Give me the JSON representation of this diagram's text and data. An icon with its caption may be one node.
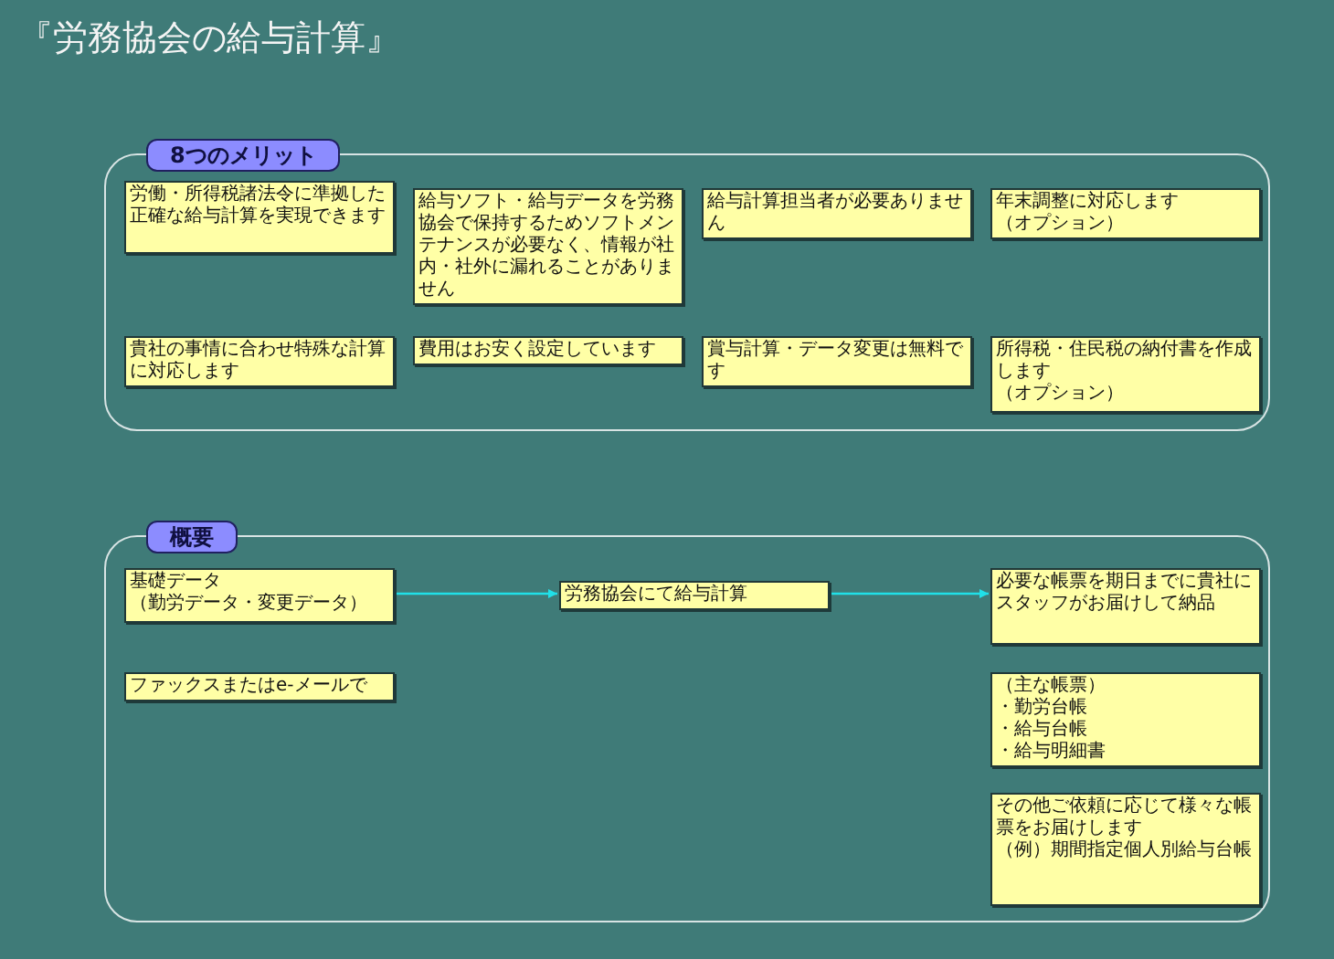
{
  "diagram": {
    "title": "『労務協会の給与計算』",
    "nodes": [
      {
        "text": [
          "8つのメリット"
        ]
      },
      {
        "text": [
          "労働・所得税諸法令に準拠した正確な給与計算を実現できます"
        ],
        "in": 0
      },
      {
        "text": [
          "給与ソフト・給与データを労務協会で保持するためソフトメンテナンスが必要なく、情報が社内・社外に漏れることがありません"
        ],
        "in": 0
      },
      {
        "text": [
          "給与計算担当者が必要ありません"
        ],
        "in": 0
      },
      {
        "text": [
          "年末調整に対応します",
          "（オプション）"
        ],
        "in": 0
      },
      {
        "text": [
          "貴社の事情に合わせ特殊な計算に対応します"
        ],
        "in": 0
      },
      {
        "text": [
          "費用はお安く設定しています"
        ],
        "in": 0
      },
      {
        "text": [
          "賞与計算・データ変更は無料です"
        ],
        "in": 0
      },
      {
        "text": [
          "所得税・住民税の納付書を作成します",
          "（オプション）"
        ],
        "in": 0
      },
      {
        "text": [
          "概要"
        ]
      },
      {
        "text": [
          "基礎データ",
          "（勤労データ・変更データ）"
        ],
        "in": 9
      },
      {
        "text": [
          "労務協会にて給与計算"
        ],
        "in": 9
      },
      {
        "text": [
          "必要な帳票を期日までに貴社にスタッフがお届けして納品"
        ],
        "in": 9
      },
      {
        "text": [
          "ファックスまたはe-メールで"
        ],
        "in": 9
      },
      {
        "text": [
          "（主な帳票）",
          "・勤労台帳",
          "・給与台帳",
          "・給与明細書"
        ],
        "in": 9
      },
      {
        "text": [
          "その他ご依頼に応じて様々な帳票をお届けします",
          "（例）期間指定個人別給与台帳"
        ],
        "in": 9
      }
    ],
    "edges": [
      {
        "from": 10,
        "to": 11,
        "arrow": "to"
      },
      {
        "from": 11,
        "to": 12,
        "arrow": "to"
      }
    ]
  }
}
